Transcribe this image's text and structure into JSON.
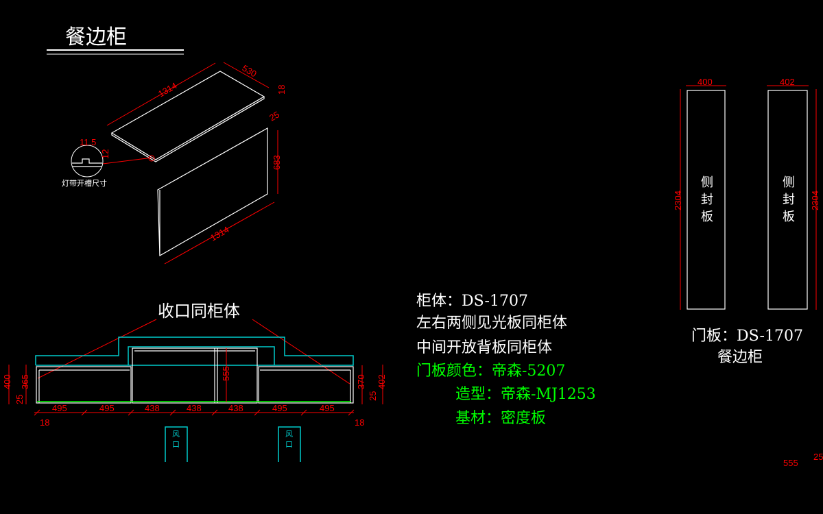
{
  "title": "餐边柜",
  "iso": {
    "top_length": "1314",
    "top_depth": "530",
    "top_thickness": "18",
    "back_thickness": "25",
    "back_height": "683",
    "back_length": "1314",
    "groove_width": "11.5",
    "groove_depth": "12",
    "groove_caption": "灯带开槽尺寸"
  },
  "elevation": {
    "callout": "收口同柜体",
    "widths": [
      "495",
      "495",
      "438",
      "438",
      "438",
      "495",
      "495"
    ],
    "left_end": "18",
    "right_end": "18",
    "left_height": "400",
    "left_inner": "365",
    "left_base": "25",
    "middle_height": "555",
    "right_inner": "370",
    "right_base": "25",
    "right_height": "402",
    "vent_label": [
      "风",
      "口"
    ]
  },
  "notes": {
    "white": [
      "柜体：DS-1707",
      "左右两侧见光板同柜体",
      "中间开放背板同柜体"
    ],
    "green": [
      "门板颜色：帝森-5207",
      "造型：帝森-MJ1253",
      "基材：密度板"
    ]
  },
  "side_panels": {
    "left_width": "400",
    "right_width": "402",
    "height": "2304",
    "label": [
      "侧",
      "封",
      "板"
    ],
    "door_note": "门板：DS-1707",
    "name": "餐边柜"
  },
  "fragments": {
    "dim1": "555",
    "dim2": "25"
  },
  "colors": {
    "background": "#000000",
    "dimension": "#ff0000",
    "outline": "#00cccc",
    "lines": "#ffffff",
    "notes_green": "#00ff00"
  }
}
